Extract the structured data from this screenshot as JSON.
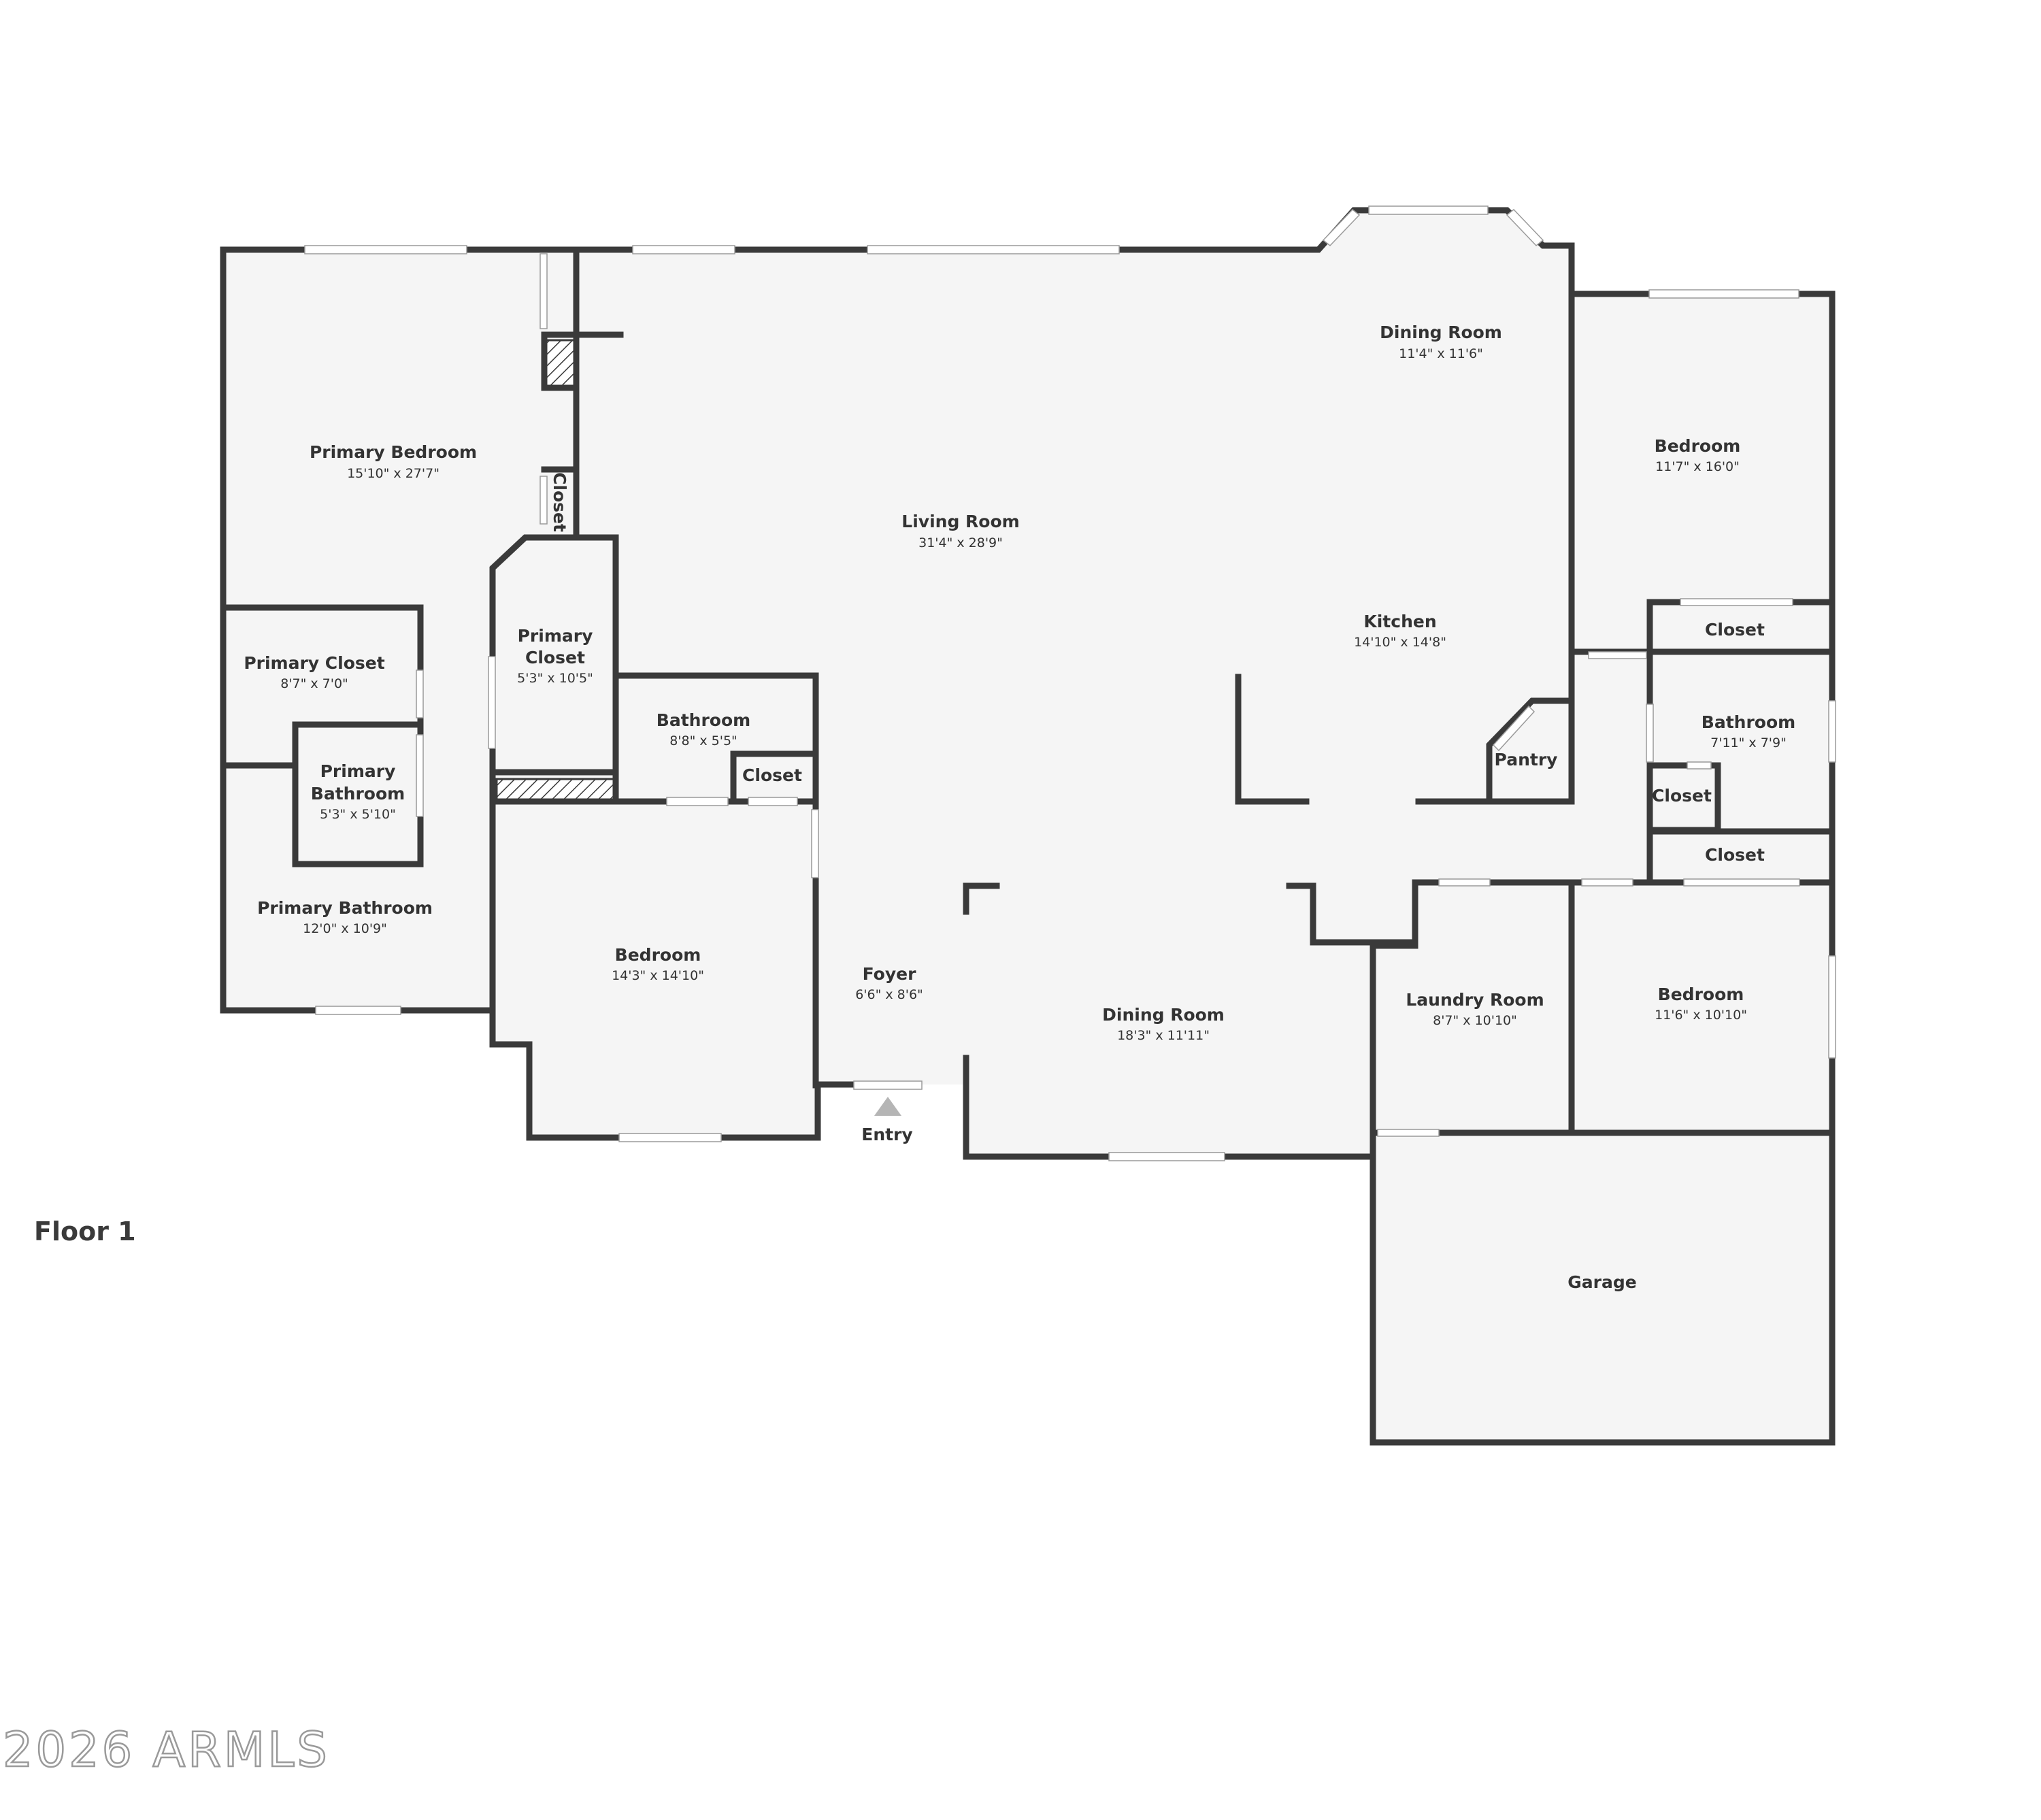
{
  "floor_label": "Floor 1",
  "entry_label": "Entry",
  "watermark": "2026 ARMLS",
  "colors": {
    "wall": "#3a3a3a",
    "floor": "#f5f5f5",
    "text": "#333333",
    "entry_arrow": "#b5b5b5"
  },
  "rooms": {
    "primary_bedroom": {
      "name": "Primary Bedroom",
      "dims": "15'10\" x 27'7\""
    },
    "living_room": {
      "name": "Living Room",
      "dims": "31'4\" x 28'9\""
    },
    "dining_room_top": {
      "name": "Dining Room",
      "dims": "11'4\" x 11'6\""
    },
    "bedroom_right_top": {
      "name": "Bedroom",
      "dims": "11'7\" x 16'0\""
    },
    "kitchen": {
      "name": "Kitchen",
      "dims": "14'10\" x 14'8\""
    },
    "closet_right_top": {
      "name": "Closet"
    },
    "primary_closet_left": {
      "name": "Primary Closet",
      "dims": "8'7\" x 7'0\""
    },
    "primary_closet_center": {
      "name_line1": "Primary",
      "name_line2": "Closet",
      "dims": "5'3\" x 10'5\""
    },
    "closet_vertical": {
      "name": "Closet"
    },
    "bathroom_center": {
      "name": "Bathroom",
      "dims": "8'8\" x 5'5\""
    },
    "closet_center": {
      "name": "Closet"
    },
    "pantry": {
      "name": "Pantry"
    },
    "bathroom_right": {
      "name": "Bathroom",
      "dims": "7'11\" x 7'9\""
    },
    "closet_right_small": {
      "name": "Closet"
    },
    "closet_right_mid": {
      "name": "Closet"
    },
    "primary_bathroom_inner": {
      "name_line1": "Primary",
      "name_line2": "Bathroom",
      "dims": "5'3\" x 5'10\""
    },
    "primary_bathroom": {
      "name": "Primary Bathroom",
      "dims": "12'0\" x 10'9\""
    },
    "bedroom_center": {
      "name": "Bedroom",
      "dims": "14'3\" x 14'10\""
    },
    "foyer": {
      "name": "Foyer",
      "dims": "6'6\" x 8'6\""
    },
    "dining_room_bottom": {
      "name": "Dining Room",
      "dims": "18'3\" x 11'11\""
    },
    "laundry_room": {
      "name": "Laundry Room",
      "dims": "8'7\" x 10'10\""
    },
    "bedroom_right_bottom": {
      "name": "Bedroom",
      "dims": "11'6\" x 10'10\""
    },
    "garage": {
      "name": "Garage"
    }
  }
}
